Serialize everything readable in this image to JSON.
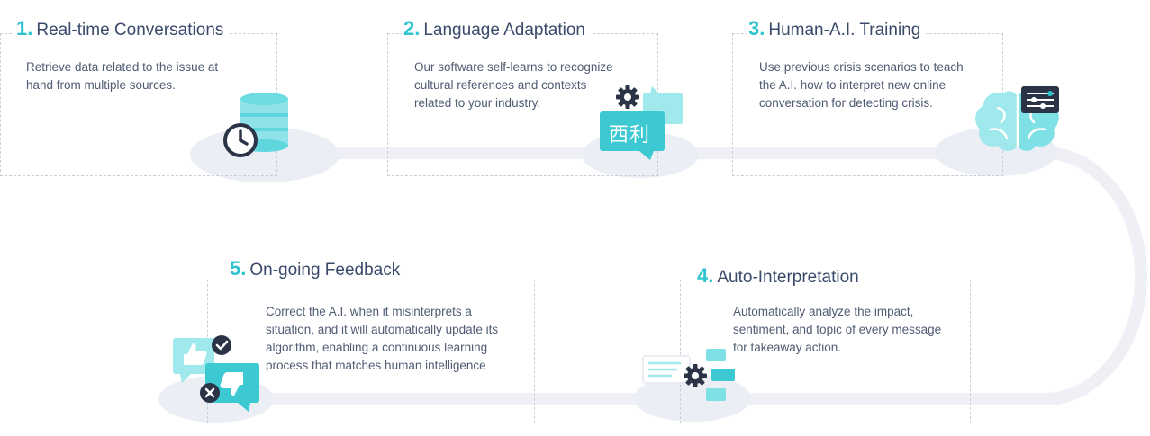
{
  "steps": [
    {
      "number": "1.",
      "title": "Real-time Conversations",
      "lines": [
        "Retrieve data related to the issue at",
        "hand from multiple sources."
      ]
    },
    {
      "number": "2.",
      "title": "Language Adaptation",
      "lines": [
        "Our software self-learns to recognize",
        "cultural references and contexts",
        "related to your industry."
      ]
    },
    {
      "number": "3.",
      "title": "Human-A.I. Training",
      "lines": [
        "Use previous crisis scenarios to teach",
        "the A.I. how to interpret new online",
        "conversation for detecting crisis."
      ]
    },
    {
      "number": "4.",
      "title": "Auto-Interpretation",
      "lines": [
        "Automatically analyze the impact,",
        "sentiment, and topic of every message",
        "for takeaway action."
      ]
    },
    {
      "number": "5.",
      "title": "On-going Feedback",
      "lines": [
        "Correct the A.I. when it misinterprets a",
        "situation, and it will automatically update its",
        "algorithm, enabling a continuous learning",
        "process that matches human intelligence"
      ]
    }
  ],
  "icons": {
    "step1": "database-clock-icon",
    "step2": "translation-chat-gear-icon",
    "step2_text": "西利",
    "step3": "brain-settings-icon",
    "step4": "message-gear-icon",
    "step5": "thumbs-feedback-icon"
  },
  "colors": {
    "accent": "#2ec4cf",
    "title": "#3a4a6b",
    "text": "#4f5b73",
    "track": "#eef0f6",
    "dark": "#2b3347"
  }
}
